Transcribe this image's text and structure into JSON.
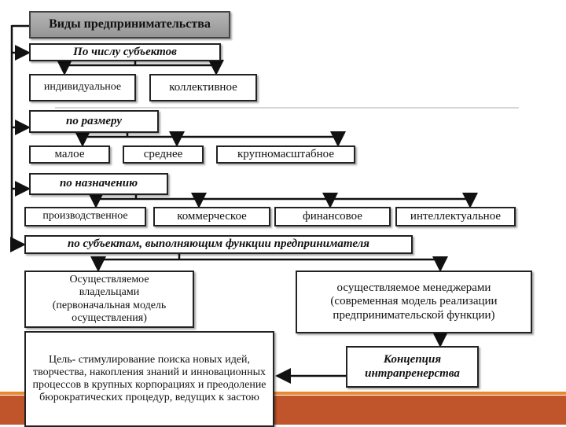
{
  "title": "Виды предпринимательства",
  "groups": {
    "count": {
      "label": "По числу субъектов",
      "items": [
        "индивидуальное",
        "коллективное"
      ]
    },
    "size": {
      "label": "по размеру",
      "items": [
        "малое",
        "среднее",
        "крупномасштабное"
      ]
    },
    "purpose": {
      "label": "по назначению",
      "items": [
        "производственное",
        "коммерческое",
        "финансовое",
        "интеллектуальное"
      ]
    },
    "subjects": {
      "label": "по субъектам, выполняющим функции предпринимателя",
      "owners": "Осуществляемое владельцами (первоначальная модель осуществления)",
      "managers": "осуществляемое менеджерами (современная модель реализации предпринимательской функции)",
      "concept": "Концепция интрапренерства",
      "goal": "Цель- стимулирование поиска новых идей, творчества, накопления знаний и инновационных процессов в крупных корпорациях и преодоление бюрократических процедур, ведущих к застою"
    }
  },
  "colors": {
    "band": "#c0542a",
    "band_line": "#e8892f",
    "title_bg": "#a6a6a6"
  }
}
